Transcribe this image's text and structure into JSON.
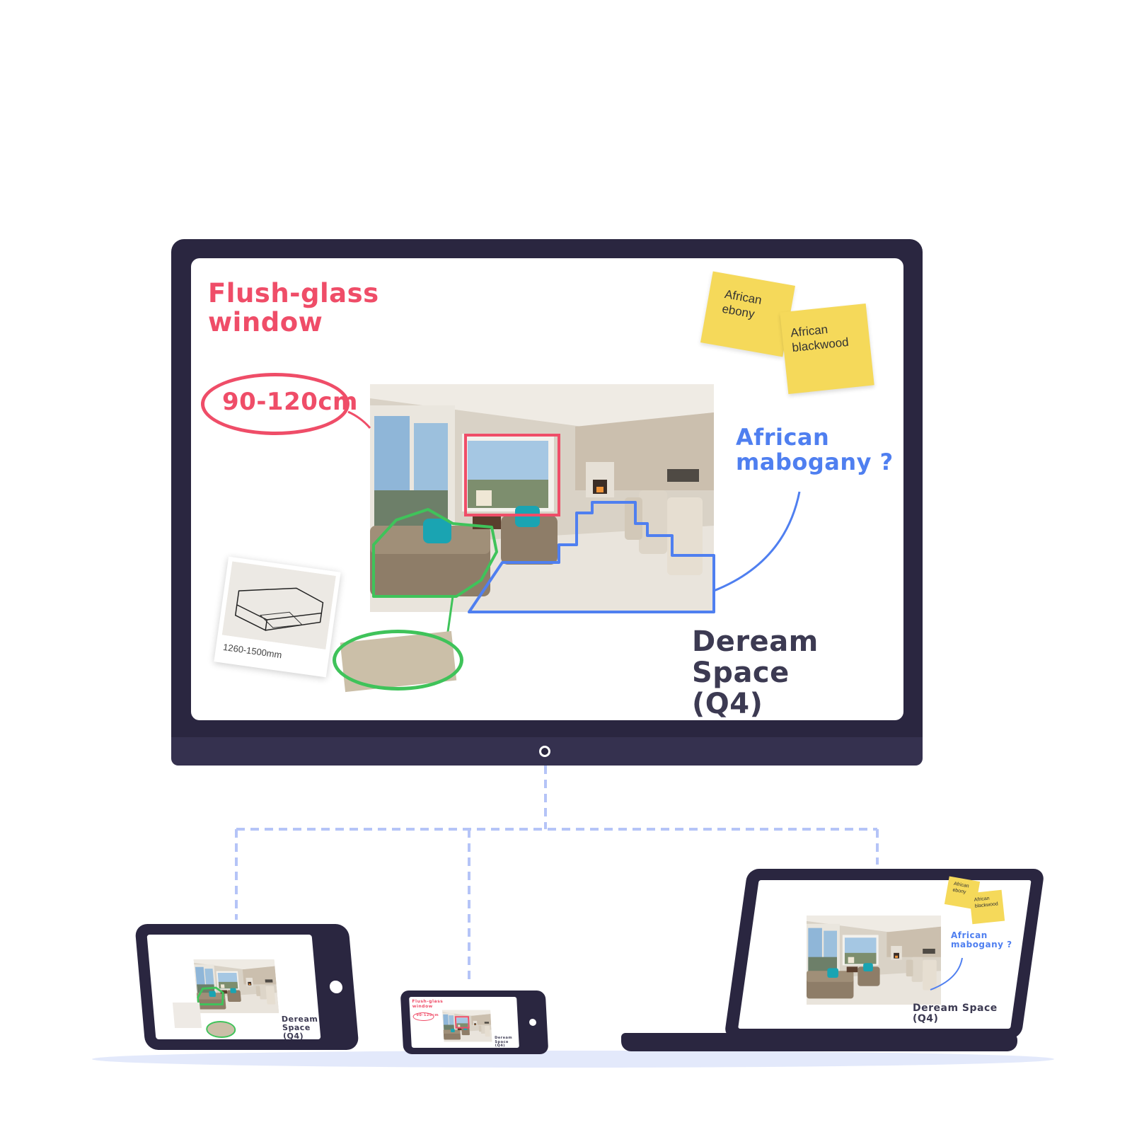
{
  "colors": {
    "device_frame": "#2a2640",
    "device_chin": "#35314f",
    "annotation_red": "#ef4d68",
    "annotation_blue": "#4f7ff0",
    "annotation_green": "#3fc35a",
    "sticky_yellow": "#f5d95a",
    "dark_text": "#3c3a52",
    "connector": "#b5c4f7",
    "shadow": "#e3e9fb"
  },
  "whiteboard": {
    "title_window": "Flush-glass\nwindow",
    "window_size": "90-120cm",
    "wood_question": "African\nmabogany ?",
    "project_title": "Deream Space\n(Q4)",
    "sketch_caption": "1260-1500mm",
    "sticky_notes": [
      "African\nebony",
      "African\nblackwood"
    ]
  },
  "devices": {
    "tablet_title": "Deream Space\n(Q4)",
    "phone_title_window": "Flush-glass\nwindow",
    "phone_window_size": "90-120cm",
    "phone_title": "Deream Space\n(Q4)",
    "laptop_sticky_notes": [
      "African\nebony",
      "African\nblackwood"
    ],
    "laptop_wood_question": "African\nmabogany ?",
    "laptop_title": "Deream Space\n(Q4)"
  },
  "icons": [
    "webcam-icon",
    "home-button-icon"
  ]
}
